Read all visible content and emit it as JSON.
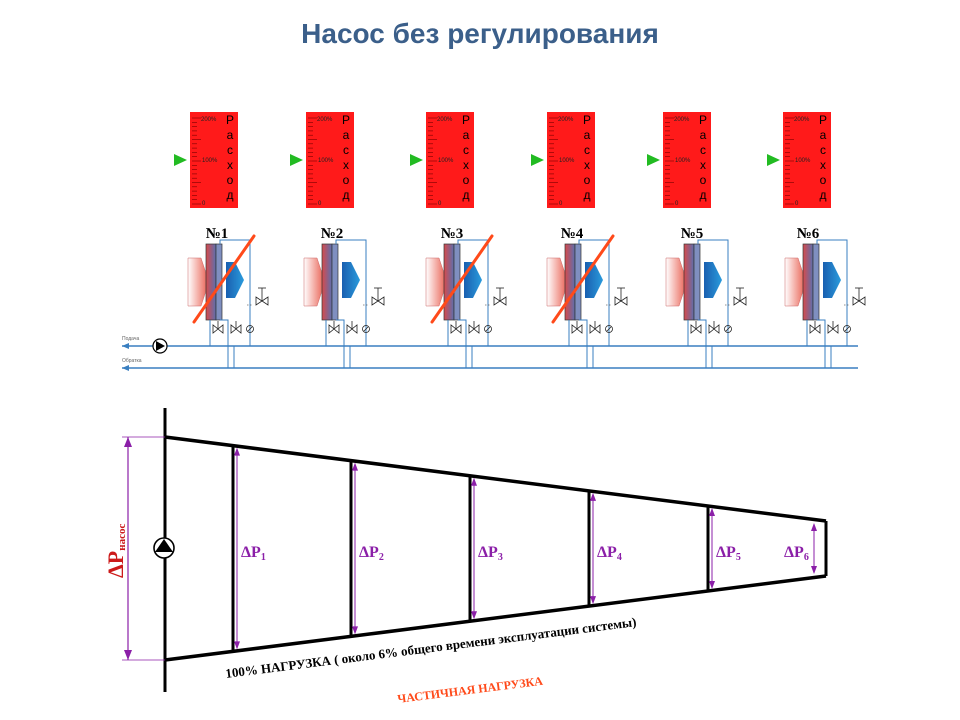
{
  "title": "Насос без регулирования",
  "colors": {
    "title": "#3b5f8a",
    "gauge": "#ff1a1a",
    "marker": "#22bb22",
    "pipe": "#3a7fc0",
    "cross": "#ff4a1a",
    "dp_label": "#8b1fa8",
    "dp_pump": "#cc1a1a",
    "partial": "#ff4a1a"
  },
  "gauge": {
    "tick_top": "200%",
    "tick_mid": "100%",
    "tick_bottom": "0",
    "vertical_word": [
      "Р",
      "а",
      "с",
      "х",
      "о",
      "д"
    ]
  },
  "units": [
    {
      "label": "№1",
      "crossed": true,
      "dp": "ΔP",
      "dp_sub": "1"
    },
    {
      "label": "№2",
      "crossed": false,
      "dp": "ΔP",
      "dp_sub": "2"
    },
    {
      "label": "№3",
      "crossed": true,
      "dp": "ΔP",
      "dp_sub": "3"
    },
    {
      "label": "№4",
      "crossed": true,
      "dp": "ΔP",
      "dp_sub": "4"
    },
    {
      "label": "№5",
      "crossed": false,
      "dp": "ΔP",
      "dp_sub": "5"
    },
    {
      "label": "№6",
      "crossed": false,
      "dp": "ΔP",
      "dp_sub": "6"
    }
  ],
  "pipe_labels": {
    "supply": "Подача",
    "return": "Обратка"
  },
  "pump_dp": {
    "main": "ΔP",
    "sub": "насос"
  },
  "load_full": "100% НАГРУЗКА ( около 6% общего времени эксплуатации системы)",
  "load_partial": "ЧАСТИЧНАЯ НАГРУЗКА"
}
